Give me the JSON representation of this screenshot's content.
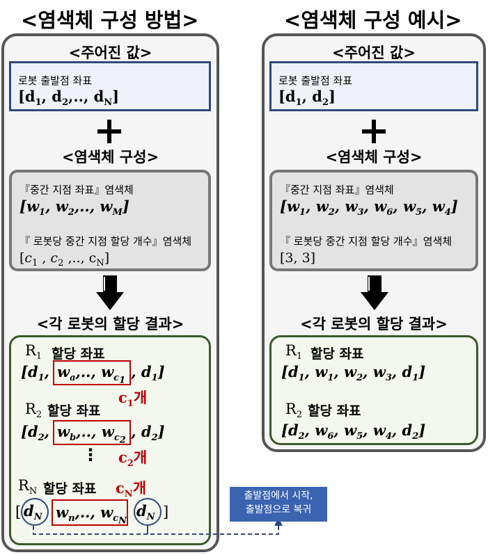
{
  "left": {
    "title": "<염색체 구성 방법>",
    "given_header": "<주어진 값>",
    "given_label": "로봇 출발점 좌표",
    "given_vec": [
      "d",
      "1",
      "d",
      "2",
      "d",
      "N"
    ],
    "plus": "+",
    "chrom_header": "<염색체 구성>",
    "chrom1_label": "『중간 지점 좌표』염색체",
    "chrom2_label": "『 로봇당 중간 지점 할당 개수』염색체",
    "result_header": "<각 로봇의 할당 결과>",
    "r1_label": "할당 좌표",
    "r2_label": "할당 좌표",
    "rn_label": "할당 좌표",
    "count_unit": "개",
    "dots": "⋮",
    "note_line1": "출발점에서 시작,",
    "note_line2": "출발점으로 복귀"
  },
  "right": {
    "title": "<염색체 구성 예시>",
    "given_header": "<주어진 값>",
    "given_label": "로봇 출발점 좌표",
    "plus": "+",
    "chrom_header": "<염색체 구성>",
    "chrom1_label": "『중간 지점 좌표』염색체",
    "chrom2_label": "『 로봇당 중간 지점 할당 개수』염색체",
    "chrom2_value": "[3, 3]",
    "result_header": "<각 로봇의 할당 결과>",
    "r1_label": "할당 좌표",
    "r2_label": "할당 좌표"
  }
}
